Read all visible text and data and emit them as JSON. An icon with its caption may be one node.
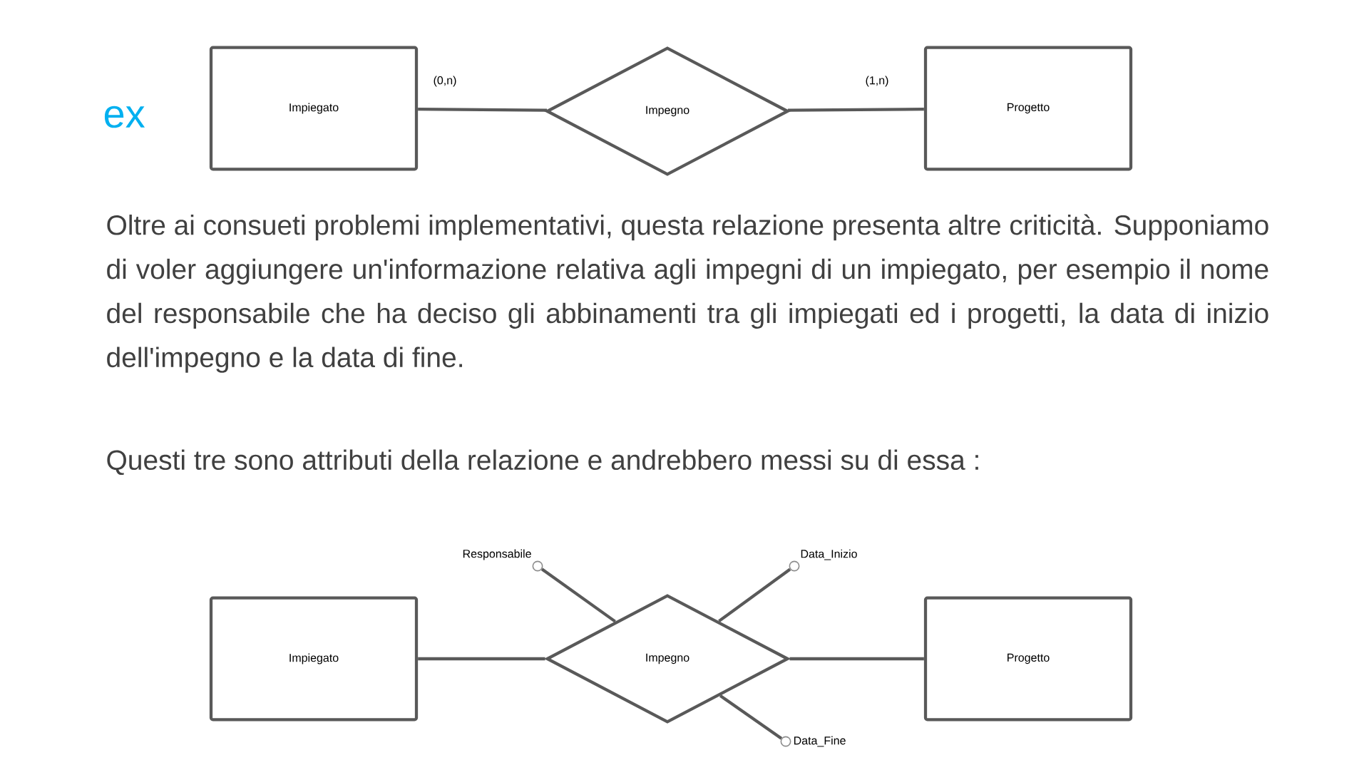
{
  "diagram": {
    "nodes": [
      {
        "text": [
          "Impiegato"
        ]
      },
      {
        "text": [
          "Impegno"
        ]
      },
      {
        "text": [
          "Progetto"
        ]
      },
      {
        "text": [
          "Impiegato"
        ]
      },
      {
        "text": [
          "Impegno"
        ]
      },
      {
        "text": [
          "Progetto"
        ]
      },
      {
        "text": [
          "Responsabile"
        ]
      },
      {
        "text": [
          "Data_Inizio"
        ]
      },
      {
        "text": [
          "Data_Fine"
        ]
      }
    ],
    "edges": [
      {
        "from": 0,
        "to": 1,
        "arrow": "none",
        "label": "(0,n)"
      },
      {
        "from": 1,
        "to": 2,
        "arrow": "none",
        "label": "(1,n)"
      },
      {
        "from": 3,
        "to": 4,
        "arrow": "none"
      },
      {
        "from": 4,
        "to": 5,
        "arrow": "none"
      },
      {
        "from": 6,
        "to": 4,
        "arrow": "none"
      },
      {
        "from": 7,
        "to": 4,
        "arrow": "none"
      },
      {
        "from": 8,
        "to": 4,
        "arrow": "none"
      }
    ],
    "labels": [
      "ex",
      "Oltre ai consueti problemi implementativi, questa relazione presenta altre criticità. Supponiamo di voler aggiungere un'informazione relativa agli impegni di un impiegato, per esempio il nome del responsabile che ha deciso gli abbinamenti tra gli impiegati ed i progetti, la data di inizio dell'impegno e la data di fine.",
      "Questi tre sono attributi della relazione e andrebbero messi su di essa :"
    ]
  }
}
